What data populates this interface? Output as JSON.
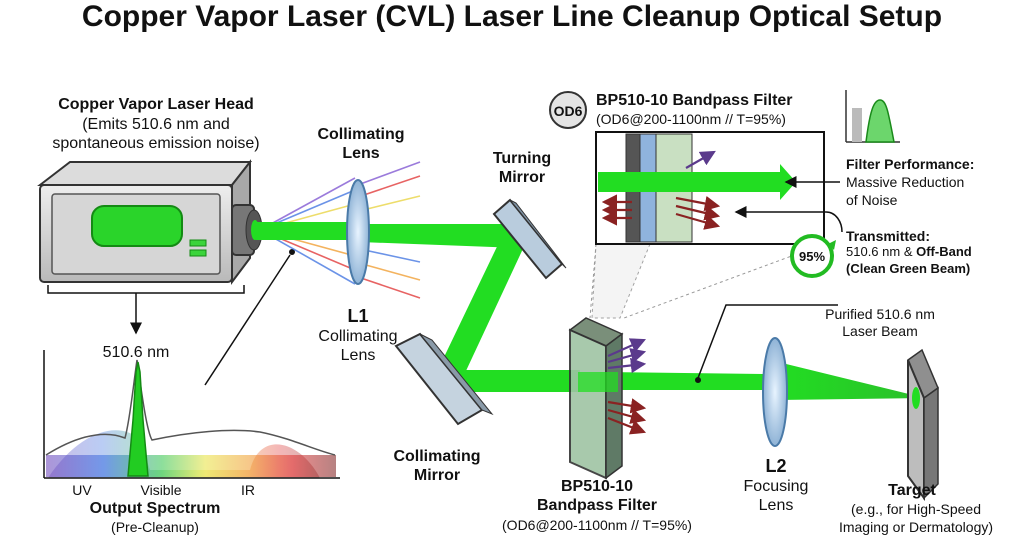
{
  "title": "Copper Vapor Laser (CVL) Laser Line Cleanup Optical Setup",
  "laser_head": {
    "title": "Copper Vapor Laser Head",
    "desc_line1": "(Emits 510.6 nm and",
    "desc_line2": "spontaneous emission noise)"
  },
  "spectrum": {
    "peak_label": "510.6 nm",
    "axis_uv": "UV",
    "axis_visible": "Visible",
    "axis_ir": "IR",
    "title": "Output Spectrum",
    "subtitle": "(Pre-Cleanup)"
  },
  "collimating_lens_top": {
    "line1": "Collimating",
    "line2": "Lens"
  },
  "l1": {
    "name": "L1",
    "line1": "Collimating",
    "line2": "Lens"
  },
  "turning_mirror": {
    "line1": "Turning",
    "line2": "Mirror"
  },
  "collimating_mirror": {
    "line1": "Collimating",
    "line2": "Mirror"
  },
  "inset": {
    "badge": "OD6",
    "title": "BP510-10 Bandpass Filter",
    "subtitle": "(OD6@200-1100nm // T=95%)"
  },
  "filter_performance": {
    "title": "Filter Performance:",
    "line1": "Massive Reduction",
    "line2": "of Noise"
  },
  "transmitted": {
    "badge": "95%",
    "title": "Transmitted:",
    "line1_a": "510.6 nm & ",
    "line1_b": "Off-Band",
    "line2": "(Clean Green Beam)"
  },
  "purified_beam": {
    "line1": "Purified 510.6 nm",
    "line2": "Laser Beam"
  },
  "bandpass_filter": {
    "line1": "BP510-10",
    "line2": "Bandpass Filter",
    "line3": "(OD6@200-1100nm // T=95%)"
  },
  "l2": {
    "name": "L2",
    "line1": "Focusing",
    "line2": "Lens"
  },
  "target": {
    "title": "Target",
    "line1": "(e.g., for High-Speed",
    "line2": "Imaging or Dermatology)"
  },
  "colors": {
    "beam_green": "#22dd22",
    "noise_purple": "#5b3a8c",
    "noise_red": "#8a2222",
    "glass": "#a9c6e0"
  }
}
